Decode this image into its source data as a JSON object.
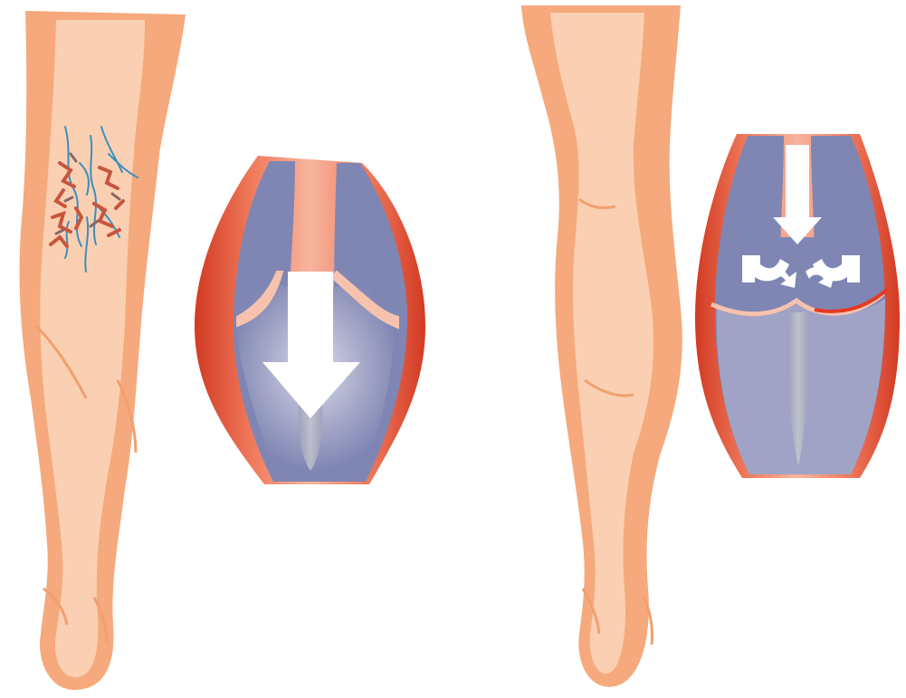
{
  "illustration": {
    "panels": [
      {
        "id": "left",
        "leg": {
          "shows_veins": true
        },
        "valve": {
          "state": "open",
          "flow": "down"
        }
      },
      {
        "id": "right",
        "leg": {
          "shows_veins": false
        },
        "valve": {
          "state": "closed",
          "flow": "reflux"
        }
      }
    ]
  },
  "colors": {
    "skin_outer": "#F5A97C",
    "skin_inner": "#FBD0B2",
    "skin_shadow": "#F0A06F",
    "vein_blue": "#3B8FBE",
    "vein_red": "#C8553D",
    "vessel_outer": "#E53A22",
    "vessel_edge": "#F7B59D",
    "vessel_body": "#7F86B3",
    "vessel_light": "#C9CCE0",
    "valve_leaflet": "#A7A9C9",
    "arrow": "#FFFFFF",
    "background": "#FFFFFF"
  }
}
